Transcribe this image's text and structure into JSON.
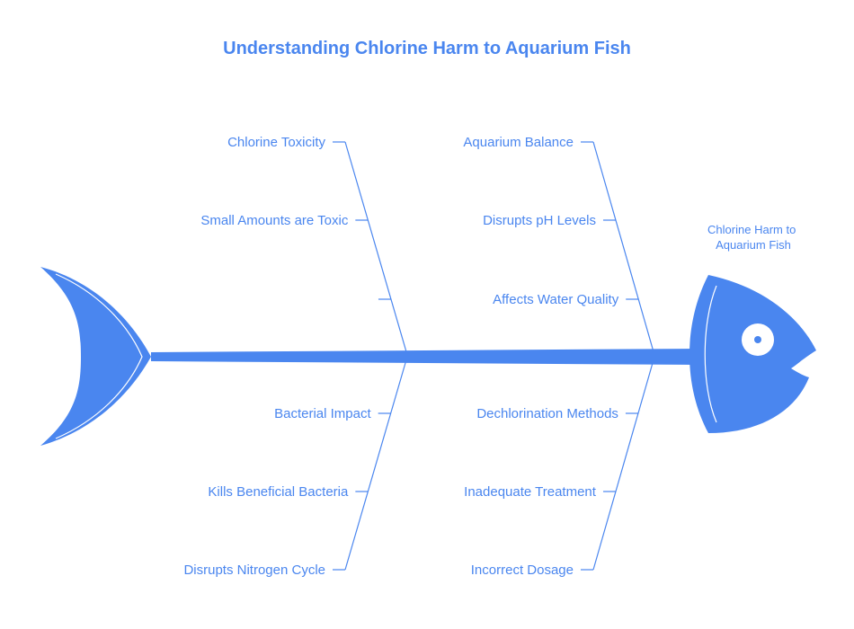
{
  "title": "Understanding Chlorine Harm to Aquarium Fish",
  "head_label": [
    "Chlorine Harm to",
    "Aquarium Fish"
  ],
  "colors": {
    "primary": "#4a86ef",
    "text": "#4a86ef",
    "background": "#ffffff"
  },
  "branches": {
    "upper_left": [
      "Chlorine Toxicity",
      "Small Amounts are Toxic",
      ""
    ],
    "upper_right": [
      "Aquarium Balance",
      "Disrupts pH Levels",
      "Affects Water Quality"
    ],
    "lower_left": [
      "Disrupts Nitrogen Cycle",
      "Kills Beneficial Bacteria",
      "Bacterial Impact"
    ],
    "lower_right": [
      "Incorrect Dosage",
      "Inadequate Treatment",
      "Dechlorination Methods"
    ]
  }
}
